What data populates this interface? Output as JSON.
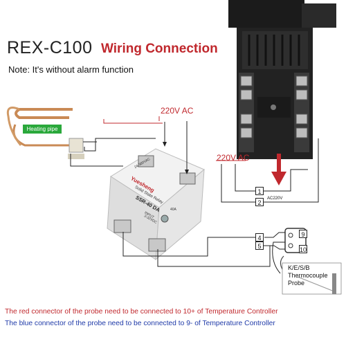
{
  "title": {
    "model": "REX-C100",
    "subtitle": "Wiring Connection"
  },
  "note": "Note: It's without alarm function",
  "labels": {
    "heating_pipe": "Heating pipe",
    "ac_top": "220V AC",
    "ac_right": "220V AC",
    "ac220v": "AC220V",
    "thermocouple_line1": "K/E/S/B",
    "thermocouple_line2": "Thermocouple",
    "thermocouple_line3": "Probe"
  },
  "relay": {
    "brand": "Yuesheng",
    "model_top": "24-380VAC",
    "name": "Solid State Relay",
    "model": "SSR-40 DA",
    "current": "40A",
    "input": "3-32VDC",
    "input_label": "INPUT"
  },
  "terminals": [
    "1",
    "2",
    "4",
    "5",
    "9",
    "10"
  ],
  "footer": {
    "red_line": "The red connector of the probe need to be connected to 10+ of Temperature Controller",
    "blue_line": "The blue connector of the probe need to be connected to 9- of Temperature Controller"
  },
  "colors": {
    "red": "#c0282d",
    "blue": "#1f3aa8",
    "green": "#2aa83b"
  }
}
